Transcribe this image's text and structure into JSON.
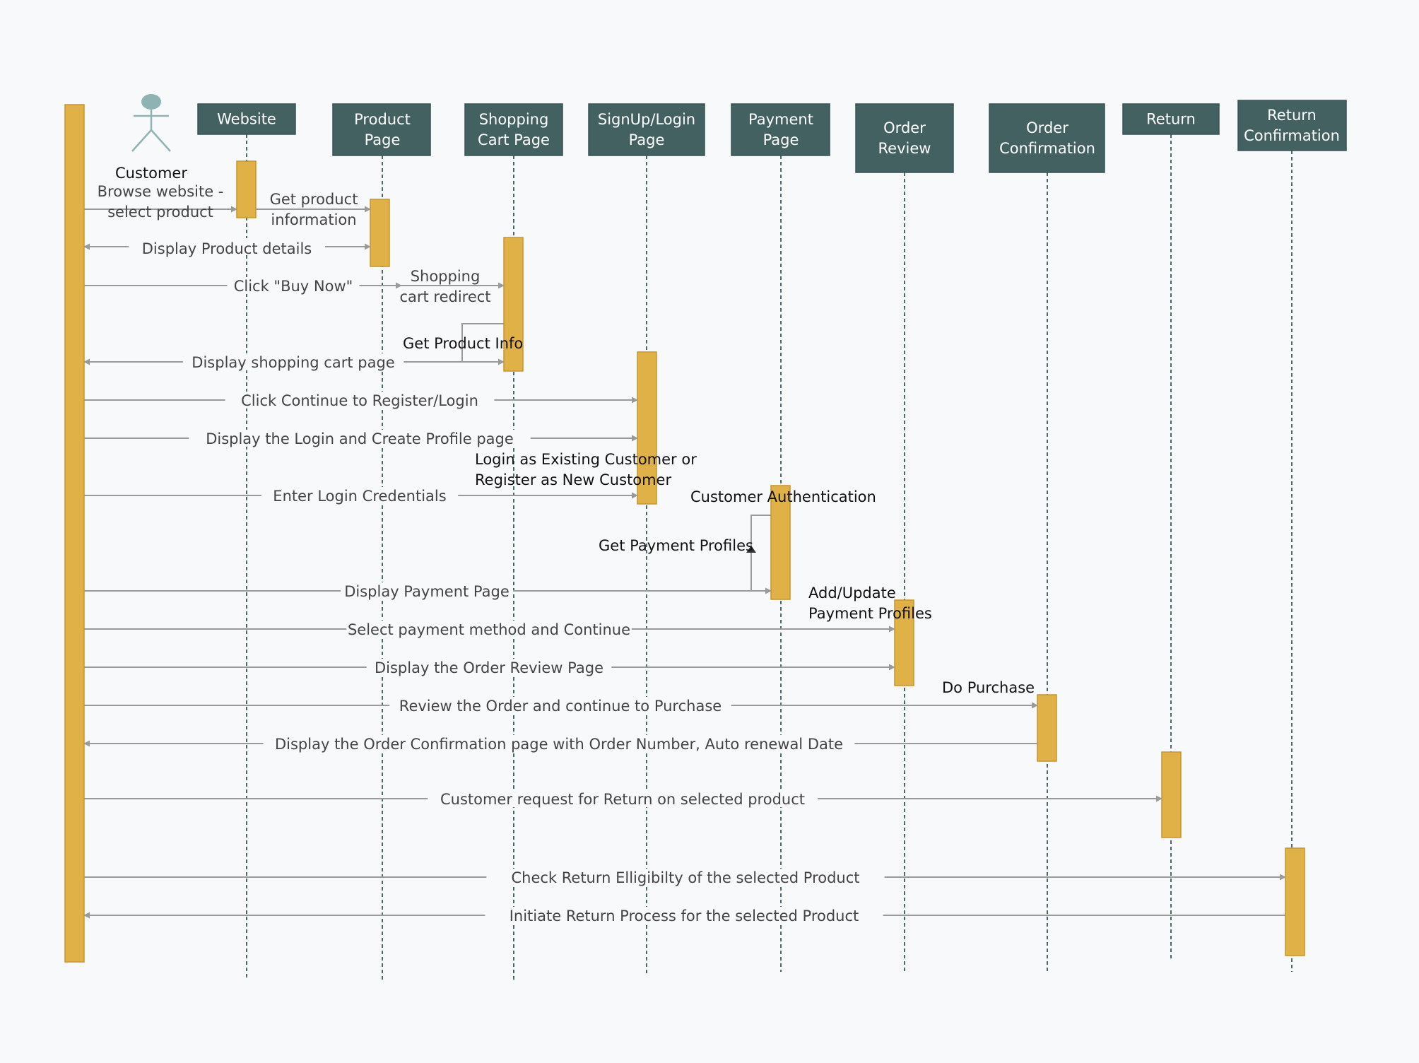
{
  "colors": {
    "header_fill": "#446162",
    "header_stroke": "#3a5354",
    "activation_fill": "#e0b146",
    "activation_stroke": "#c8952a",
    "message_line": "#9a9a9a",
    "lifeline": "#4a6a6a",
    "actor": "#8fb3b3",
    "background": "#f8f9fb"
  },
  "actor": {
    "name": "Customer",
    "icon": "stick-figure-icon"
  },
  "lifelines": [
    {
      "id": "website",
      "lines": [
        "Website"
      ]
    },
    {
      "id": "product-page",
      "lines": [
        "Product",
        "Page"
      ]
    },
    {
      "id": "shopping-cart-page",
      "lines": [
        "Shopping",
        "Cart Page"
      ]
    },
    {
      "id": "signup-login-page",
      "lines": [
        "SignUp/Login",
        "Page"
      ]
    },
    {
      "id": "payment-page",
      "lines": [
        "Payment",
        "Page"
      ]
    },
    {
      "id": "order-review",
      "lines": [
        "Order",
        "Review"
      ]
    },
    {
      "id": "order-confirmation",
      "lines": [
        "Order",
        "Confirmation"
      ]
    },
    {
      "id": "return",
      "lines": [
        "Return"
      ]
    },
    {
      "id": "return-confirmation",
      "lines": [
        "Return",
        "Confirmation"
      ]
    }
  ],
  "messages": [
    {
      "lines": [
        "Browse website -",
        "select product"
      ]
    },
    {
      "lines": [
        "Get product",
        "information"
      ]
    },
    {
      "lines": [
        "Display Product details"
      ]
    },
    {
      "lines": [
        "Click \"Buy Now\""
      ]
    },
    {
      "lines": [
        "Shopping",
        "cart redirect"
      ]
    },
    {
      "lines": [
        "Display shopping cart page"
      ]
    },
    {
      "lines": [
        "Click Continue to Register/Login"
      ]
    },
    {
      "lines": [
        "Display the Login and Create Profile page"
      ]
    },
    {
      "lines": [
        "Enter Login Credentials"
      ]
    },
    {
      "lines": [
        "Display Payment Page"
      ]
    },
    {
      "lines": [
        "Select payment method and Continue"
      ]
    },
    {
      "lines": [
        "Display the Order Review Page"
      ]
    },
    {
      "lines": [
        "Review the Order and continue to Purchase"
      ]
    },
    {
      "lines": [
        "Display the Order Confirmation page with Order Number, Auto renewal Date"
      ]
    },
    {
      "lines": [
        "Customer request for Return on selected product"
      ]
    },
    {
      "lines": [
        "Check Return Elligibilty of the selected Product"
      ]
    },
    {
      "lines": [
        "Initiate Return Process for the selected Product"
      ]
    }
  ],
  "notes": [
    {
      "lines": [
        "Get Product Info"
      ]
    },
    {
      "lines": [
        "Login as Existing Customer or",
        "Register as New Customer"
      ]
    },
    {
      "lines": [
        "Customer Authentication"
      ]
    },
    {
      "lines": [
        "Get Payment Profiles"
      ]
    },
    {
      "lines": [
        "Add/Update",
        "Payment Profiles"
      ]
    },
    {
      "lines": [
        "Do Purchase"
      ]
    }
  ]
}
